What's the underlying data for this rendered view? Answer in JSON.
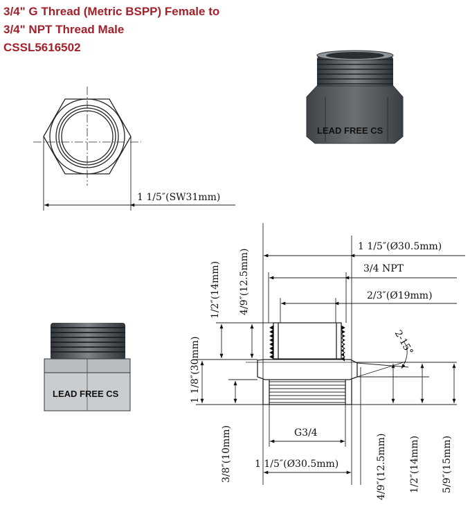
{
  "title": {
    "line1": "3/4\" G Thread (Metric BSPP) Female to",
    "line2": "3/4\" NPT Thread Male",
    "line3": "CSSL5616502"
  },
  "stamp": "LEAD FREE CS",
  "top_view": {
    "width_label": "1 1/5″(SW31mm)"
  },
  "section_view": {
    "top_outer_dia": "1 1/5″(Ø30.5mm)",
    "thread_npt": "3/4 NPT",
    "inner_dia": "2/3″(Ø19mm)",
    "angle": "2-15°",
    "thread_g": "G3/4",
    "bottom_outer_dia": "1 1/5″(Ø30.5mm)",
    "height_top_left": "1/2″(14mm)",
    "height_top_right": "4/9″(12.5mm)",
    "total_height": "1 1/8″(30mm)",
    "bottom_small": "3/8″(10mm)",
    "right_1": "4/9″(12.5mm)",
    "right_2": "1/2″(14mm)",
    "right_3": "5/9″(15mm)"
  }
}
